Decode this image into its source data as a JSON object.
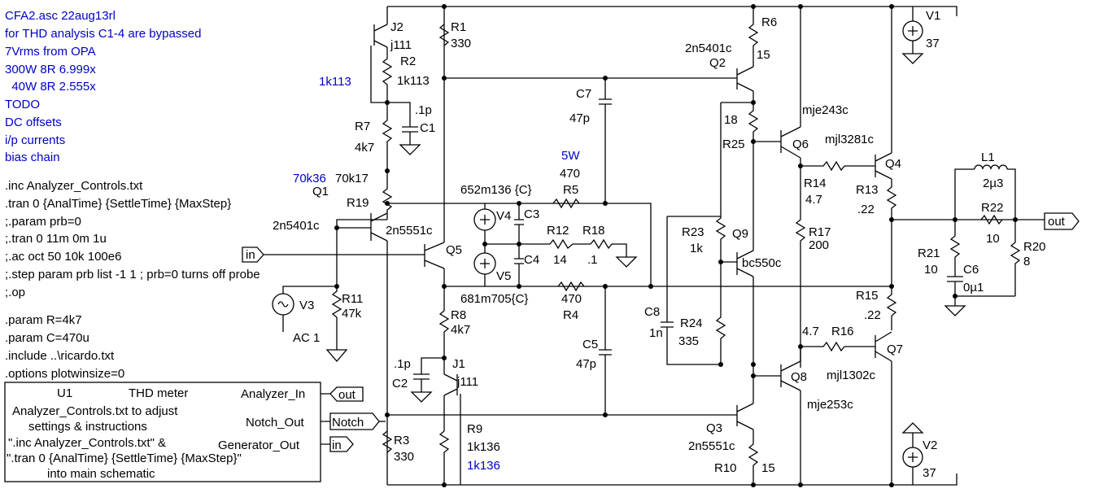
{
  "comments": [
    "CFA2.asc 22aug13rl",
    "for THD analysis C1-4 are bypassed",
    "7Vrms from OPA",
    "300W 8R 6.999x",
    "  40W 8R 2.555x",
    "TODO",
    "DC offsets",
    "i/p currents",
    "bias chain"
  ],
  "directives": [
    ".inc Analyzer_Controls.txt",
    ".tran 0 {AnalTime} {SettleTime} {MaxStep}",
    ";.param prb=0",
    ";.tran 0 11m 0m 1u",
    ";.ac oct 50 10k 100e6",
    ";.step param prb list -1 1 ; prb=0 turns off probe",
    ";.op"
  ],
  "params": [
    ".param R=4k7",
    ".param C=470u",
    ".include ..\\ricardo.txt",
    ".options plotwinsize=0"
  ],
  "analyzer": {
    "name": "U1",
    "type": "THD meter",
    "desc": [
      "Analyzer_Controls.txt to adjust",
      "settings & instructions",
      "\".inc Analyzer_Controls.txt\" &",
      "\".tran 0 {AnalTime} {SettleTime} {MaxStep}\"",
      "into main schematic"
    ],
    "pins": [
      "Analyzer_In",
      "Notch_Out",
      "Generator_Out"
    ]
  },
  "ports": {
    "in": "in",
    "out": "out",
    "notch": "Notch"
  },
  "blue_annotations": [
    "1k113",
    "70k36",
    "5W",
    "1k136"
  ],
  "labels": {
    "J2": "J2",
    "j111a": "j111",
    "R1": "R1",
    "R1v": "330",
    "R2": "R2",
    "R2v": "1k113",
    "C1": "C1",
    "C1v": ".1p",
    "R7": "R7",
    "R7v": "4k7",
    "R19": "R19",
    "R19v": "70k17",
    "Q1": "Q1",
    "Q1m": "2n5401c",
    "Q5": "Q5",
    "Q5m": "2n5551c",
    "R11": "R11",
    "R11v": "47k",
    "V3": "V3",
    "V3v": "AC 1",
    "R8": "R8",
    "R8v": "4k7",
    "C2": "C2",
    "C2v": ".1p",
    "J1": "J1",
    "j111b": "j111",
    "R9": "R9",
    "R9v": "1k136",
    "R3": "R3",
    "R3v": "330",
    "V4": "V4",
    "V5": "V5",
    "C3": "C3",
    "C4": "C4",
    "V4v": "652m136 {C}",
    "V5v": "681m705{C}",
    "R5": "R5",
    "R5v": "470",
    "R4": "R4",
    "R4v": "470",
    "R12": "R12",
    "R12v": "14",
    "R18": "R18",
    "R18v": ".1",
    "C7": "C7",
    "C7v": "47p",
    "C5": "C5",
    "C5v": "47p",
    "C8": "C8",
    "C8v": "1n",
    "R6": "R6",
    "R6v": "15",
    "Q2": "Q2",
    "Q2m": "2n5401c",
    "R25": "R25",
    "R25v": "18",
    "Q6": "Q6",
    "Q6m": "mje243c",
    "Q4": "Q4",
    "Q4m": "mjl3281c",
    "R14": "R14",
    "R14v": "4.7",
    "R13": "R13",
    "R13v": ".22",
    "R23": "R23",
    "R23v": "1k",
    "Q9": "Q9",
    "Q9m": "bc550c",
    "R17": "R17",
    "R17v": "200",
    "R24": "R24",
    "R24v": "335",
    "Q3": "Q3",
    "Q3m": "2n5551c",
    "R10": "R10",
    "R10v": "15",
    "Q8": "Q8",
    "Q8m": "mje253c",
    "R16": "R16",
    "R16v": "4.7",
    "Q7": "Q7",
    "Q7m": "mjl1302c",
    "R15": "R15",
    "R15v": ".22",
    "V1": "V1",
    "V1v": "37",
    "V2": "V2",
    "V2v": "37",
    "L1": "L1",
    "L1v": "2µ3",
    "R22": "R22",
    "R22v": "10",
    "R21": "R21",
    "R21v": "10",
    "C6": "C6",
    "C6v": "0µ1",
    "R20": "R20",
    "R20v": "8"
  }
}
